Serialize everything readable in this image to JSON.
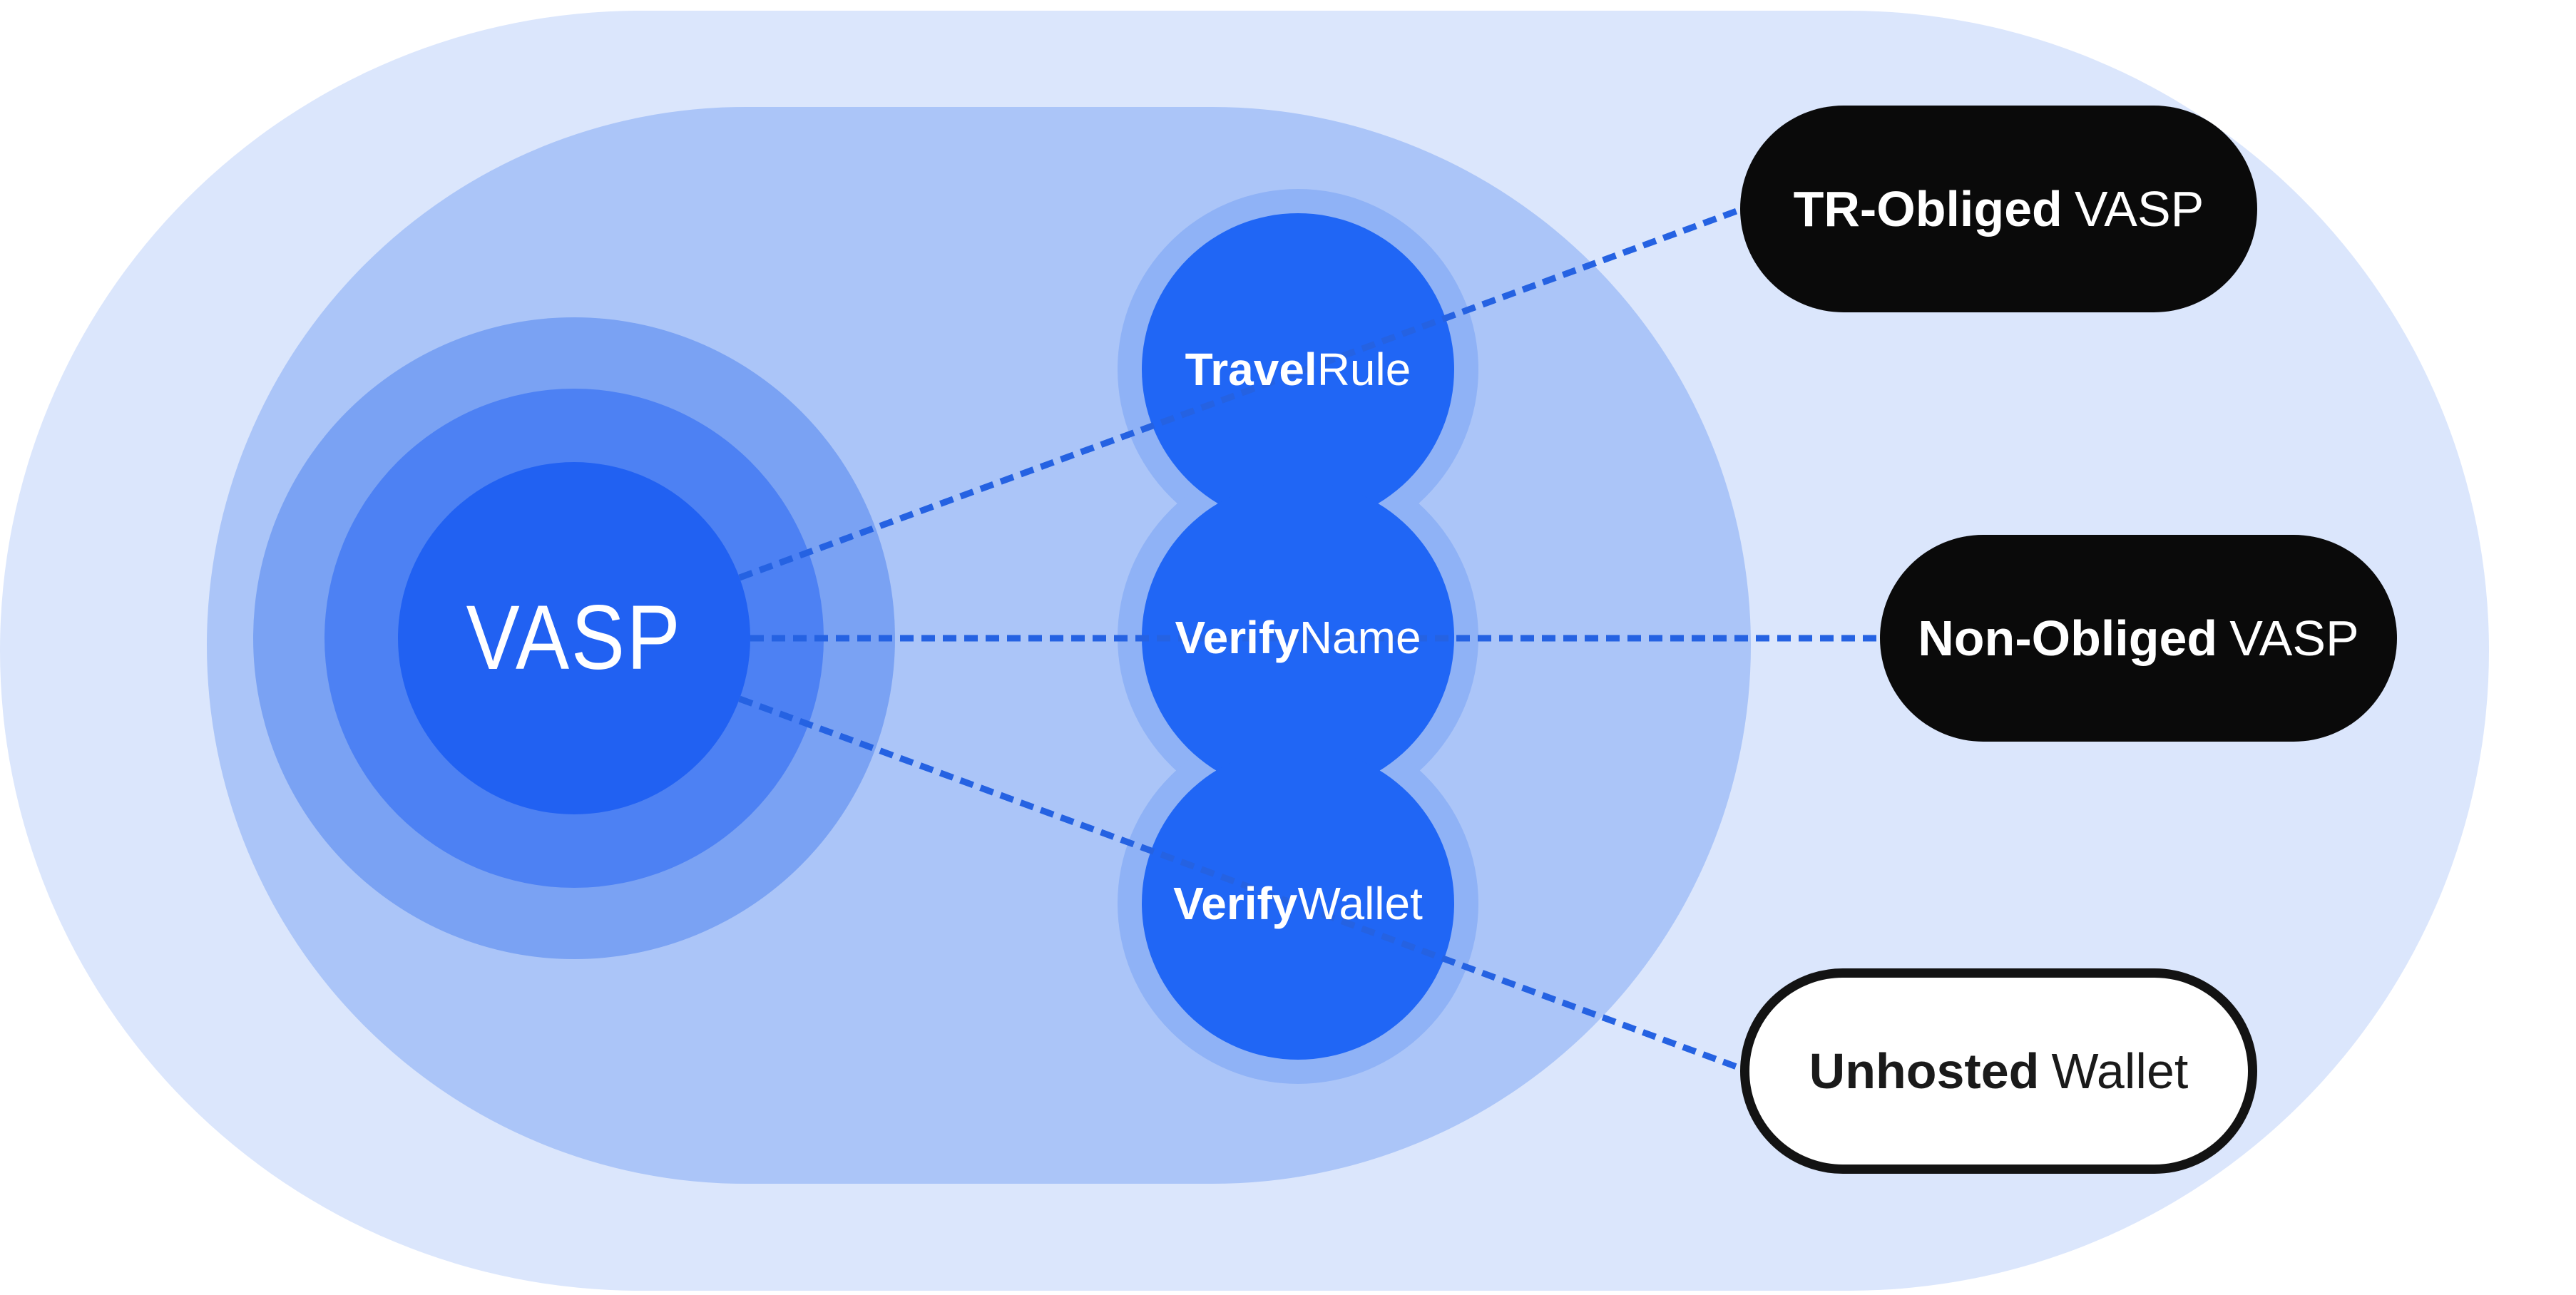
{
  "diagram": {
    "center_node": {
      "label": "VASP"
    },
    "service_nodes": [
      {
        "bold": "Travel",
        "light": "Rule"
      },
      {
        "bold": "Verify",
        "light": "Name"
      },
      {
        "bold": "Verify",
        "light": "Wallet"
      }
    ],
    "entity_nodes": [
      {
        "bold": "TR-Obliged",
        "light": "VASP",
        "variant": "dark"
      },
      {
        "bold": "Non-Obliged",
        "light": "VASP",
        "variant": "dark"
      },
      {
        "bold": "Unhosted",
        "light": "Wallet",
        "variant": "outline"
      }
    ],
    "colors": {
      "background": "#ffffff",
      "outer_capsule": "#dbe6fc",
      "inner_capsule": "#abc5f8",
      "vasp_ring_outer": "#7aa2f3",
      "vasp_ring_middle": "#4d81f3",
      "vasp_core": "#2161f2",
      "service_halo": "#8fb2f6",
      "service_core": "#2066f5",
      "connector": "#2562e2",
      "label_text": "#ffffff",
      "pill_dark_bg": "#0a0a0a",
      "pill_dark_text": "#ffffff",
      "pill_light_bg": "#ffffff",
      "pill_light_border": "#131313",
      "pill_light_text": "#1a1a1a"
    }
  }
}
